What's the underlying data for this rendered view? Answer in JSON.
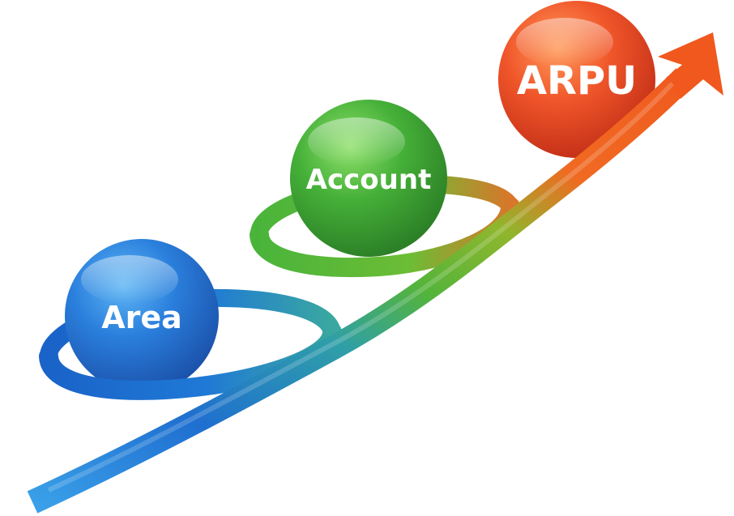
{
  "diagram": {
    "stages": [
      {
        "label": "Area",
        "color": "#1f6fd0"
      },
      {
        "label": "Account",
        "color": "#3aa53a"
      },
      {
        "label": "ARPU",
        "color": "#e8452a"
      }
    ],
    "ribbon_colors": {
      "start": "#1d6fd6",
      "middle": "#48b23d",
      "end": "#f0601f"
    }
  }
}
